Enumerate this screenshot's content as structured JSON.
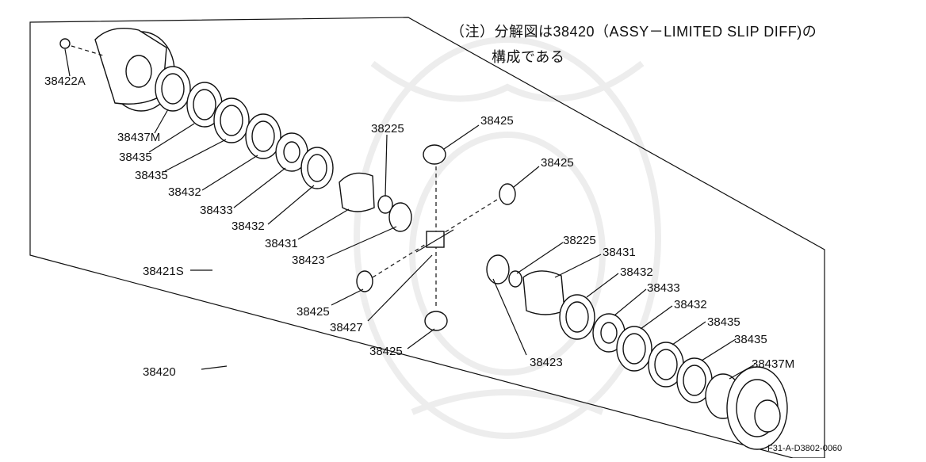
{
  "note": {
    "line1": "（注）分解図は38420（ASSY－LIMITED SLIP DIFF)の",
    "line2": "構成である"
  },
  "drawing_code": "F31-A-D3802-0060",
  "parts": {
    "p38422A": "38422A",
    "p38437M_a": "38437M",
    "p38435_a": "38435",
    "p38435_b": "38435",
    "p38432_a": "38432",
    "p38433_a": "38433",
    "p38432_b": "38432",
    "p38431_a": "38431",
    "p38423_a": "38423",
    "p38421S": "38421S",
    "p38420": "38420",
    "p38225_a": "38225",
    "p38425_a": "38425",
    "p38425_b": "38425",
    "p38425_c": "38425",
    "p38427": "38427",
    "p38425_d": "38425",
    "p38225_b": "38225",
    "p38431_b": "38431",
    "p38432_c": "38432",
    "p38433_b": "38433",
    "p38432_d": "38432",
    "p38435_c": "38435",
    "p38435_d": "38435",
    "p38437M_b": "38437M",
    "p38423_b": "38423"
  }
}
